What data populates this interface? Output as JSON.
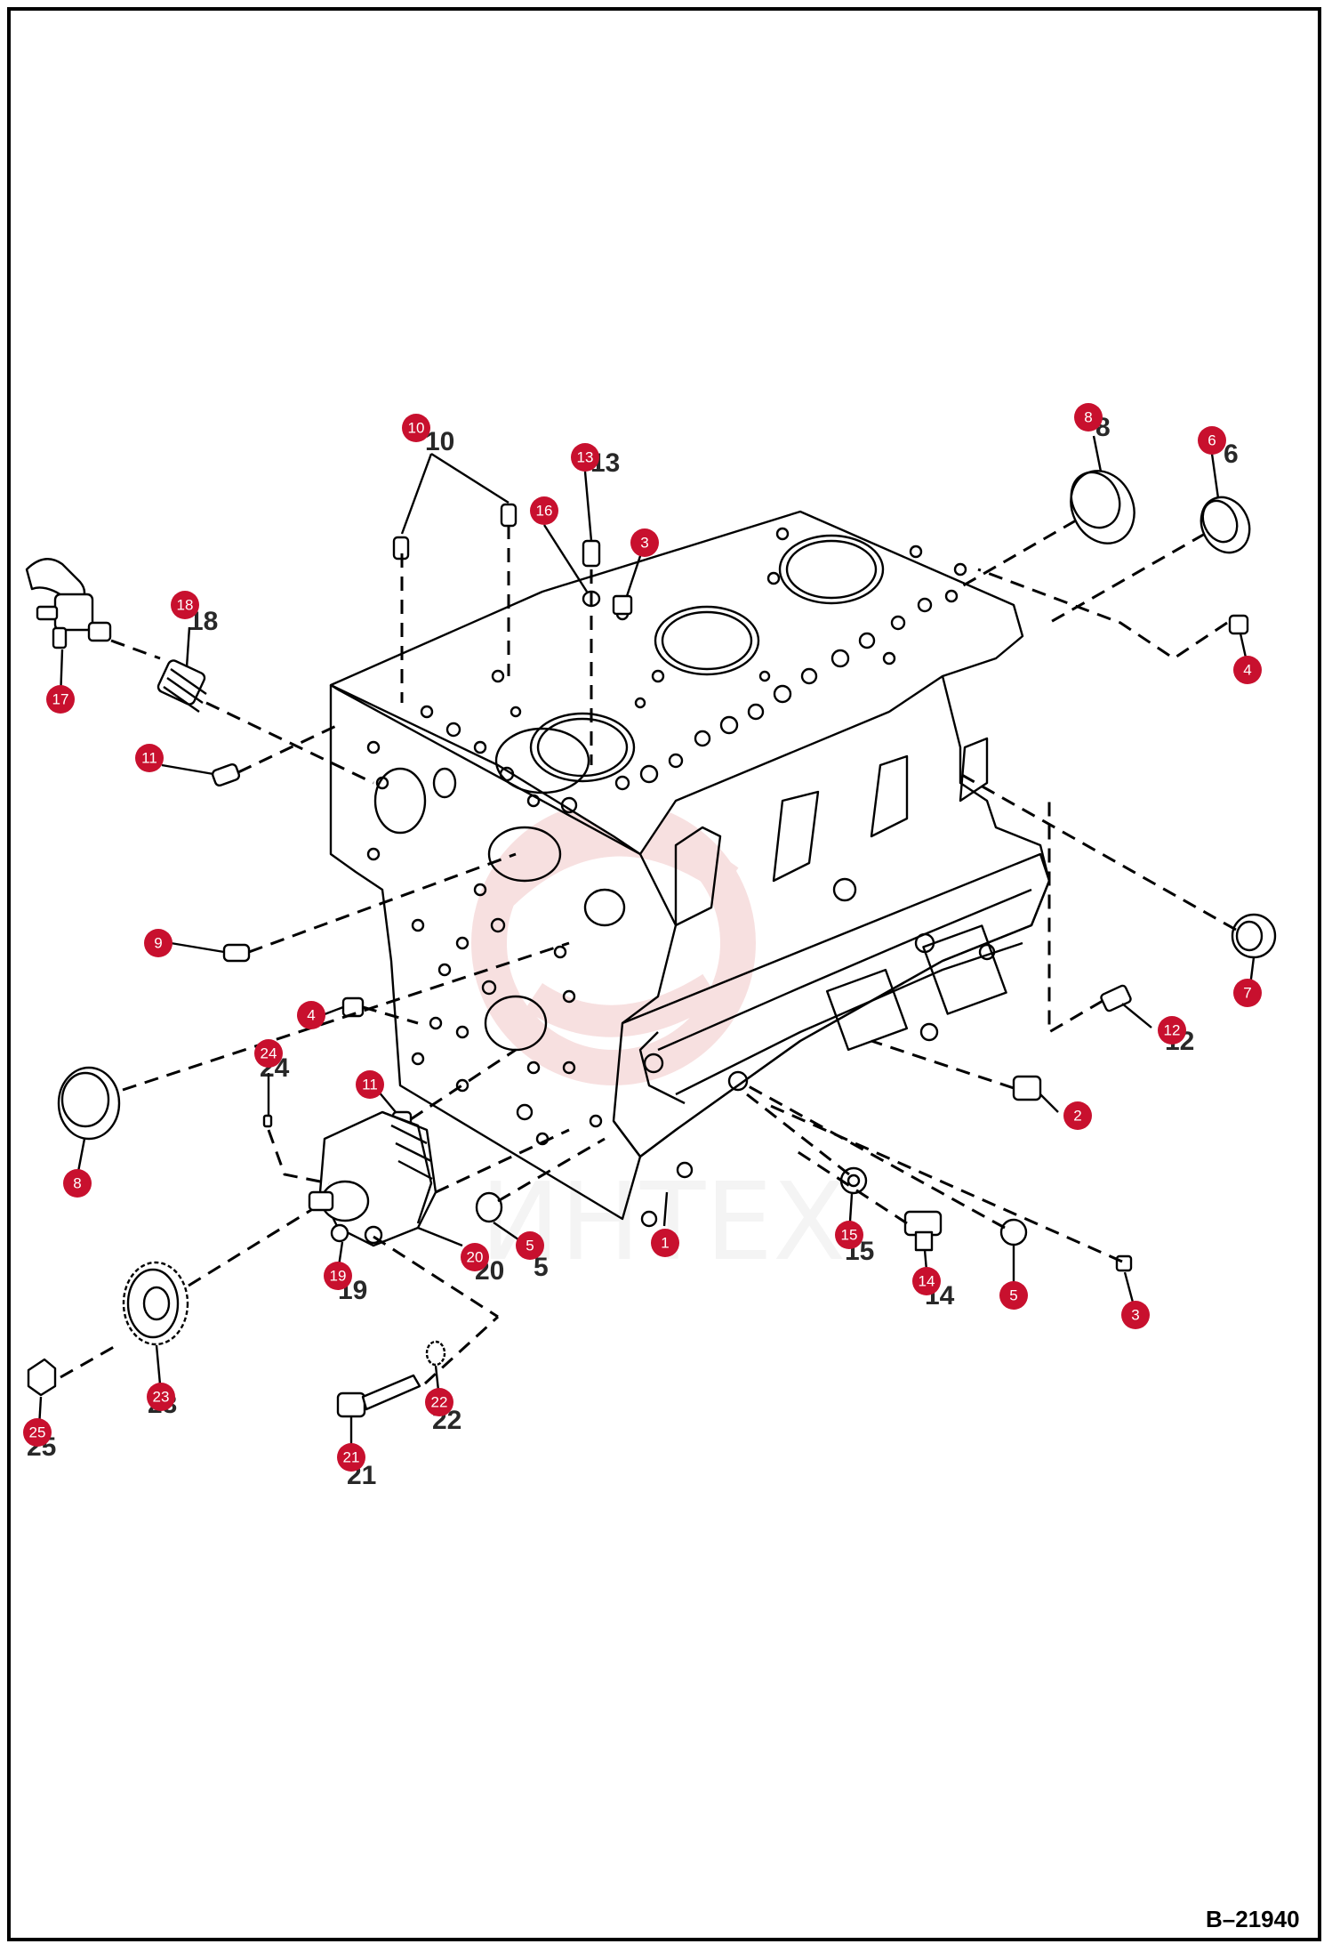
{
  "diagram": {
    "drawing_code": "B–21940",
    "watermark_text": "ИНТЕХ",
    "callout_color": "#c8102e",
    "callouts": [
      "10",
      "13",
      "16",
      "3",
      "8",
      "6",
      "18",
      "17",
      "4",
      "11",
      "9",
      "7",
      "12",
      "4",
      "24",
      "11",
      "2",
      "8",
      "20",
      "5",
      "1",
      "15",
      "14",
      "5",
      "3",
      "19",
      "23",
      "22",
      "25",
      "21"
    ]
  }
}
